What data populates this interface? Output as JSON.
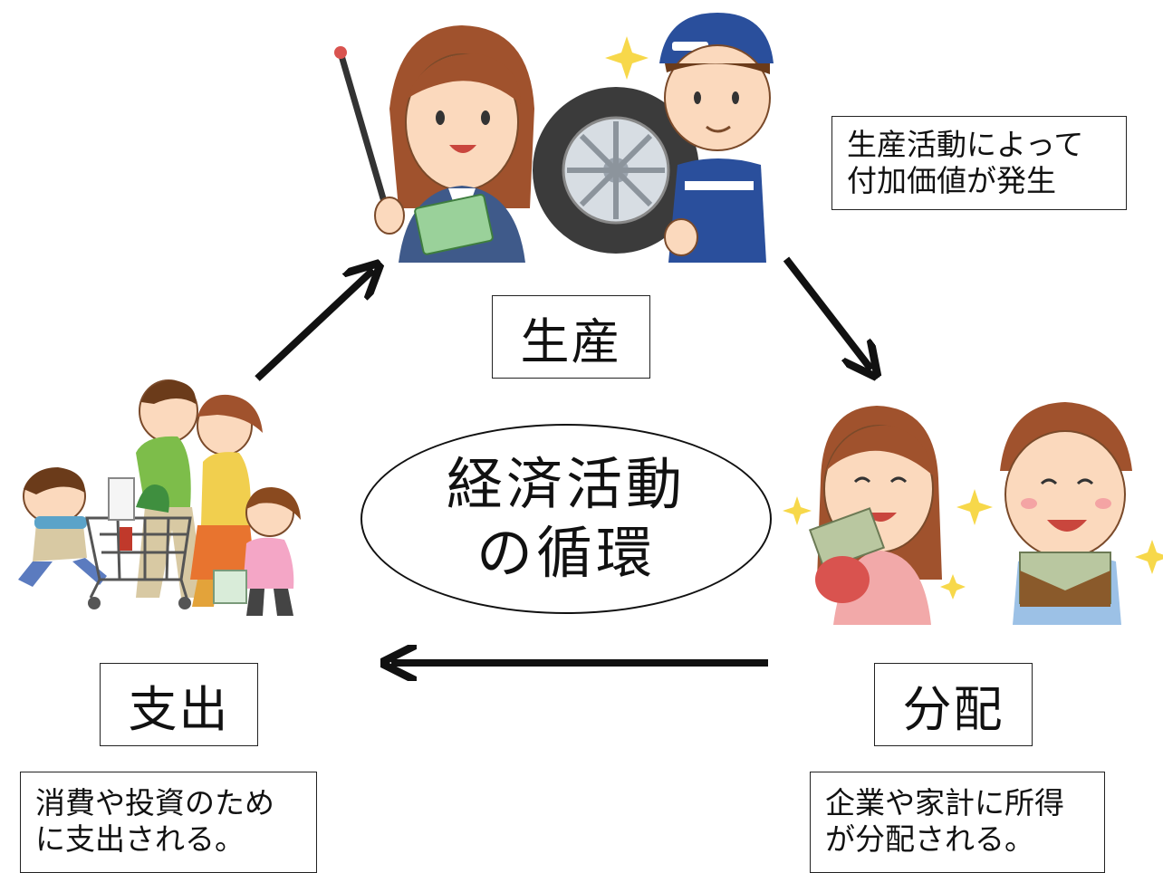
{
  "center": {
    "line1": "経済活動",
    "line2": "の循環"
  },
  "stages": {
    "production": "生産",
    "distribution": "分配",
    "spending": "支出"
  },
  "notes": {
    "production": [
      "生産活動によって",
      "付加価値が発生"
    ],
    "spending": [
      "消費や投資のため",
      "に支出される。"
    ],
    "distribution": [
      "企業や家計に所得",
      "が分配される。"
    ]
  },
  "colors": {
    "arrow": "#111111",
    "skin": "#fbd9bd",
    "hair_brown": "#8a4a1f",
    "cap_blue": "#2a4f9c",
    "apron_pink": "#f2a9a9",
    "sparkle": "#f7d84a"
  }
}
